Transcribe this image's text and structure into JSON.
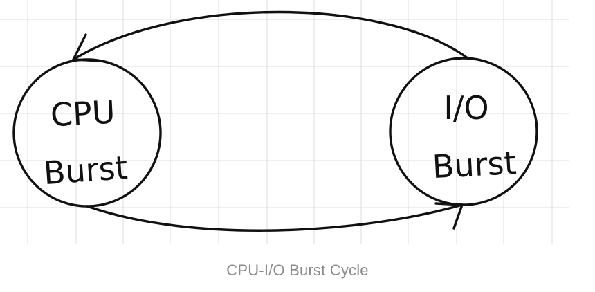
{
  "diagram": {
    "nodes": [
      {
        "id": "cpu",
        "line1": "CPU",
        "line2": "Burst"
      },
      {
        "id": "io",
        "line1": "I/O",
        "line2": "Burst"
      }
    ],
    "edges": [
      {
        "from": "io",
        "to": "cpu",
        "route": "top"
      },
      {
        "from": "cpu",
        "to": "io",
        "route": "bottom"
      }
    ],
    "colors": {
      "ink": "#111111",
      "grid": "#dcdcdc",
      "caption": "#8a8a8a",
      "background": "#ffffff"
    }
  },
  "caption": "CPU-I/O Burst Cycle"
}
